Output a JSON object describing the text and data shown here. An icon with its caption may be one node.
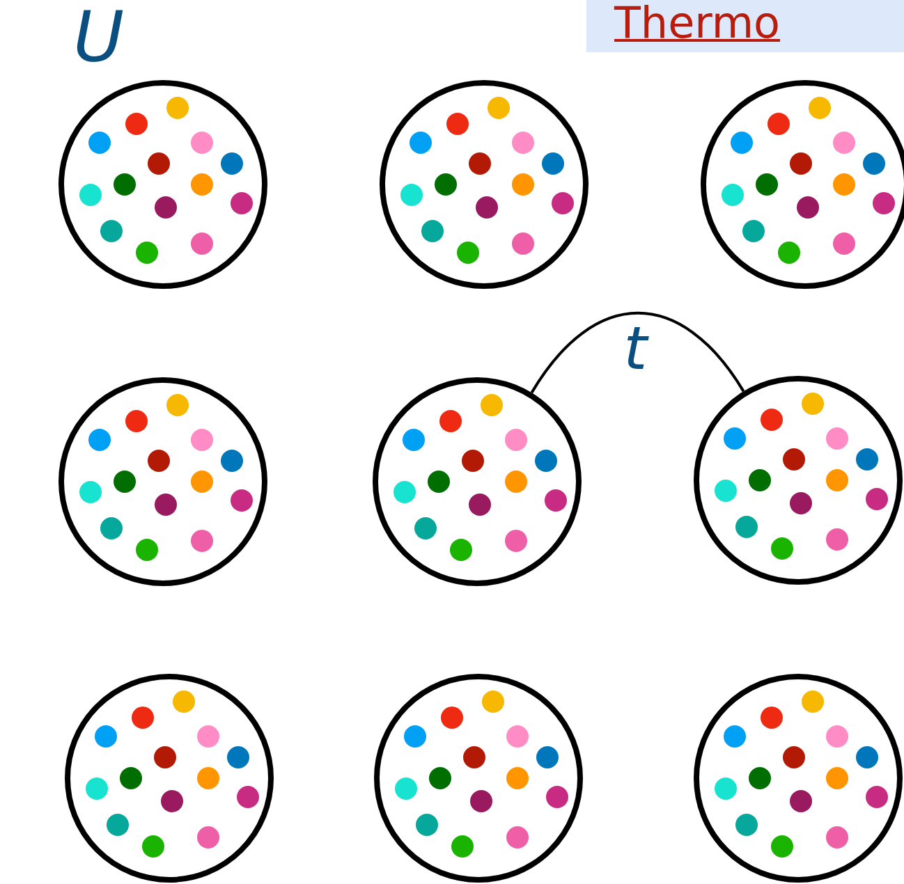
{
  "diagram": {
    "title": "Thermo",
    "nodes": [
      {
        "text": [],
        "shape": "circle"
      },
      {
        "text": [],
        "shape": "circle"
      },
      {
        "text": [],
        "shape": "circle"
      },
      {
        "text": [],
        "shape": "circle"
      },
      {
        "text": [],
        "shape": "circle"
      },
      {
        "text": [],
        "shape": "circle"
      },
      {
        "text": [],
        "shape": "circle"
      },
      {
        "text": [],
        "shape": "circle"
      },
      {
        "text": [],
        "shape": "circle"
      }
    ],
    "edges": [
      {
        "from": 4,
        "to": 5,
        "arrow": "none",
        "label": "t"
      }
    ],
    "labels": [
      "U"
    ]
  }
}
